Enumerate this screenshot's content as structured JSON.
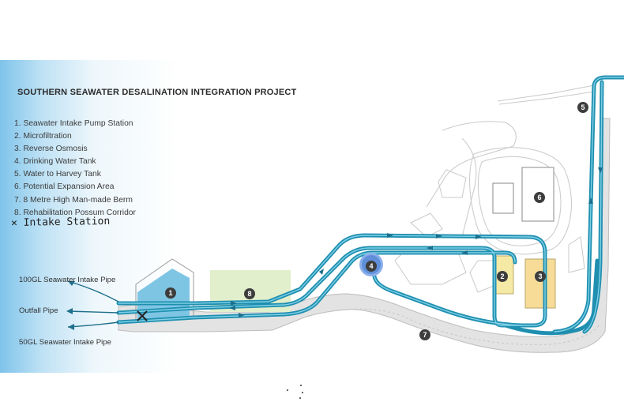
{
  "title": "SOUTHERN SEAWATER DESALINATION INTEGRATION PROJECT",
  "legend": [
    "1. Seawater Intake Pump Station",
    "2. Microfiltration",
    "3. Reverse Osmosis",
    "4. Drinking Water Tank",
    "5. Water to Harvey Tank",
    "6. Potential Expansion Area",
    "7. 8 Metre High Man-made Berm",
    "8. Rehabilitation Possum Corridor"
  ],
  "handwritten_note": "✕ Intake Station",
  "pipe_labels": {
    "intake_100": "100GL Seawater Intake Pipe",
    "outfall": "Outfall Pipe",
    "intake_50": "50GL Seawater Intake Pipe"
  },
  "markers": [
    "1",
    "2",
    "3",
    "4",
    "5",
    "6",
    "7",
    "8"
  ],
  "colors": {
    "pipeline": "#1f8fb0",
    "pipeline_core": "#7fd0e6",
    "intake_station": "#7ec5e4",
    "microfiltration": "#f5e9a6",
    "reverse_osmosis": "#f6dc97",
    "drinking_tank": "#5f8fd9",
    "possum_corridor": "#e1efcc",
    "berm": "#dcdcdc"
  }
}
